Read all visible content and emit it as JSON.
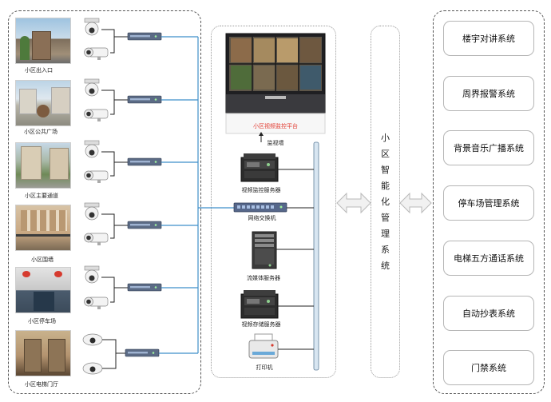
{
  "sites": [
    {
      "label": "小区出入口"
    },
    {
      "label": "小区公共广场"
    },
    {
      "label": "小区主要通道"
    },
    {
      "label": "小区围墙"
    },
    {
      "label": "小区停车场"
    },
    {
      "label": "小区电梯门厅"
    }
  ],
  "devices": {
    "video_wall": {
      "label": "监视墙",
      "screen_caption": "小区视频监控平台"
    },
    "monitor_server": {
      "label": "视频监控服务器"
    },
    "network_switch": {
      "label": "网络交换机"
    },
    "streaming_server": {
      "label": "流媒体服务器"
    },
    "storage_server": {
      "label": "视频存储服务器"
    },
    "printer": {
      "label": "打印机"
    }
  },
  "center": {
    "title_chars": [
      "小",
      "区",
      "智",
      "能",
      "化",
      "管",
      "理",
      "系",
      "统"
    ]
  },
  "subsystems": [
    {
      "label": "楼宇对讲系统"
    },
    {
      "label": "周界报警系统"
    },
    {
      "label": "背景音乐广播系统"
    },
    {
      "label": "停车场管理系统"
    },
    {
      "label": "电梯五方通话系统"
    },
    {
      "label": "自动抄表系统"
    },
    {
      "label": "门禁系统"
    }
  ],
  "colors": {
    "bus_line": "#3f8fc9",
    "arrow_fill": "#f1f1f1",
    "arrow_stroke": "#b9b9b9",
    "screen_caption": "#e23a2f"
  }
}
